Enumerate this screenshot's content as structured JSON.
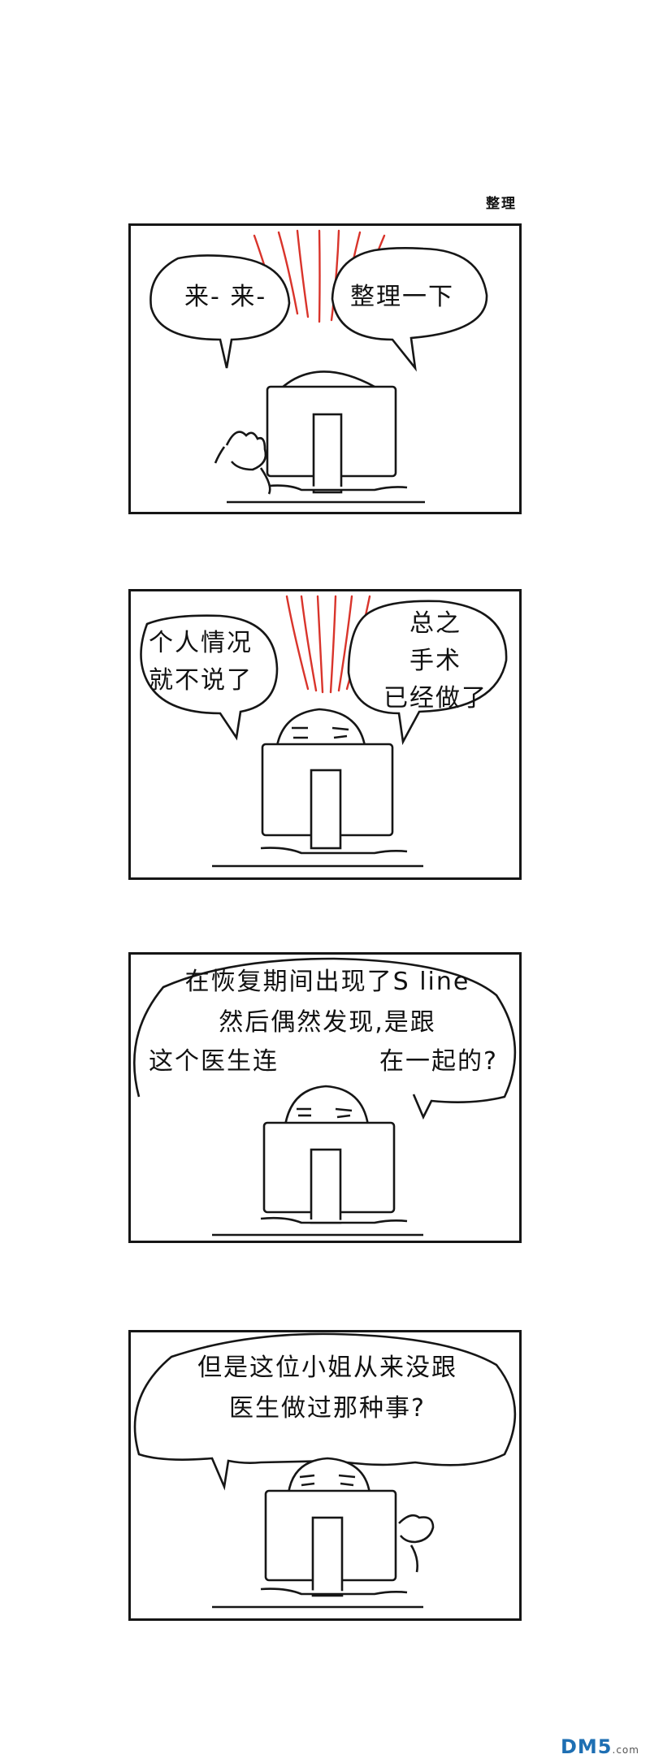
{
  "page_title": "整理",
  "panels": [
    {
      "bubble_left": "来- 来-",
      "bubble_right": "整理一下"
    },
    {
      "bubble_left_lines": [
        "个人情况",
        "就不说了"
      ],
      "bubble_right_lines": [
        "总之",
        "手术",
        "已经做了"
      ]
    },
    {
      "lines": [
        "在恢复期间出现了S line",
        "然后偶然发现,是跟"
      ],
      "line3_left": "这个医生连",
      "line3_right": "在一起的?"
    },
    {
      "lines": [
        "但是这位小姐从来没跟",
        "医生做过那种事?"
      ]
    }
  ],
  "watermark": {
    "brand": "DM5",
    "sub": ".com"
  },
  "colors": {
    "ink": "#161616",
    "emphasis_lines": "#d9342b",
    "watermark": "#1e6fb3"
  }
}
